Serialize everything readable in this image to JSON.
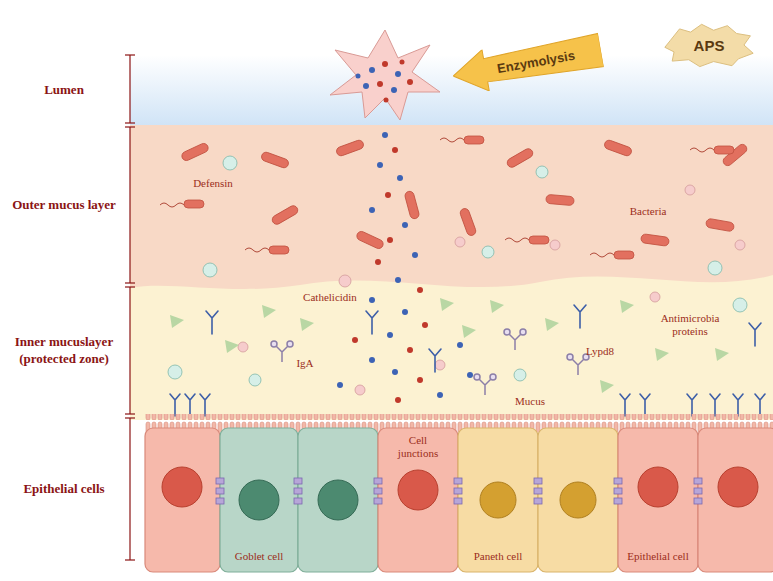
{
  "diagram": {
    "nodes": [
      {
        "text": [
          "Lumen"
        ]
      },
      {
        "text": [
          "Outer mucus layer"
        ]
      },
      {
        "text": [
          "Inner mucuslayer (protected zone)"
        ]
      },
      {
        "text": [
          "Epithelial cells"
        ]
      },
      {
        "text": [
          "APS"
        ]
      },
      {
        "text": [
          "Enzymolysis"
        ]
      }
    ],
    "labels": [
      "Defensin",
      "Bacteria",
      "Cathelicidin",
      "IgA",
      "Lypd8",
      "Antimicrobia proteins",
      "Mucus",
      "Cell junctions",
      "Goblet cell",
      "Paneth cell",
      "Epithelial cell"
    ]
  }
}
